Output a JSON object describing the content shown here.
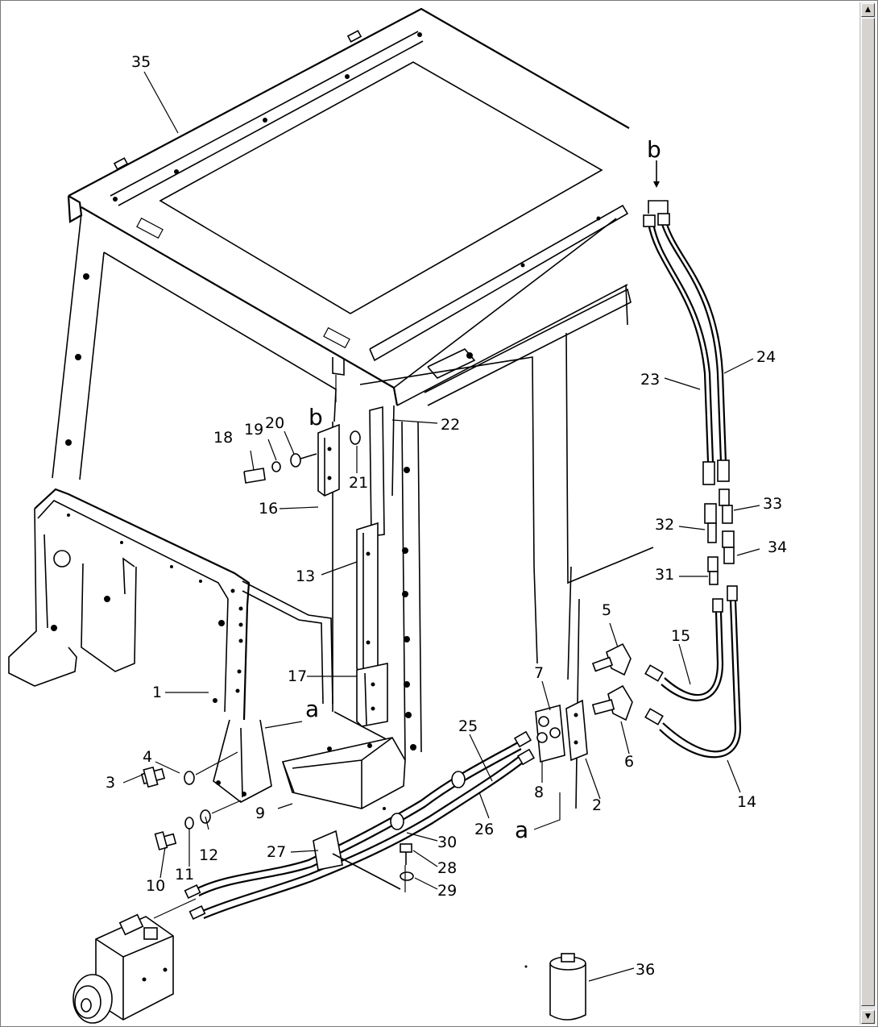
{
  "labels": [
    {
      "id": "35",
      "text": "35"
    },
    {
      "id": "b_top",
      "text": "b"
    },
    {
      "id": "24",
      "text": "24"
    },
    {
      "id": "23",
      "text": "23"
    },
    {
      "id": "22",
      "text": "22"
    },
    {
      "id": "b_mid",
      "text": "b"
    },
    {
      "id": "18",
      "text": "18"
    },
    {
      "id": "19",
      "text": "19"
    },
    {
      "id": "20",
      "text": "20"
    },
    {
      "id": "21",
      "text": "21"
    },
    {
      "id": "16",
      "text": "16"
    },
    {
      "id": "13",
      "text": "13"
    },
    {
      "id": "33",
      "text": "33"
    },
    {
      "id": "32",
      "text": "32"
    },
    {
      "id": "34",
      "text": "34"
    },
    {
      "id": "31",
      "text": "31"
    },
    {
      "id": "5",
      "text": "5"
    },
    {
      "id": "15",
      "text": "15"
    },
    {
      "id": "1",
      "text": "1"
    },
    {
      "id": "17",
      "text": "17"
    },
    {
      "id": "7",
      "text": "7"
    },
    {
      "id": "a_left",
      "text": "a"
    },
    {
      "id": "4",
      "text": "4"
    },
    {
      "id": "25",
      "text": "25"
    },
    {
      "id": "6",
      "text": "6"
    },
    {
      "id": "3",
      "text": "3"
    },
    {
      "id": "8",
      "text": "8"
    },
    {
      "id": "9",
      "text": "9"
    },
    {
      "id": "2",
      "text": "2"
    },
    {
      "id": "14",
      "text": "14"
    },
    {
      "id": "26",
      "text": "26"
    },
    {
      "id": "a_right",
      "text": "a"
    },
    {
      "id": "30",
      "text": "30"
    },
    {
      "id": "12",
      "text": "12"
    },
    {
      "id": "27",
      "text": "27"
    },
    {
      "id": "28",
      "text": "28"
    },
    {
      "id": "11",
      "text": "11"
    },
    {
      "id": "10",
      "text": "10"
    },
    {
      "id": "29",
      "text": "29"
    },
    {
      "id": "36",
      "text": "36"
    }
  ],
  "scrollbar": {
    "up_icon": "▲",
    "down_icon": "▼"
  }
}
